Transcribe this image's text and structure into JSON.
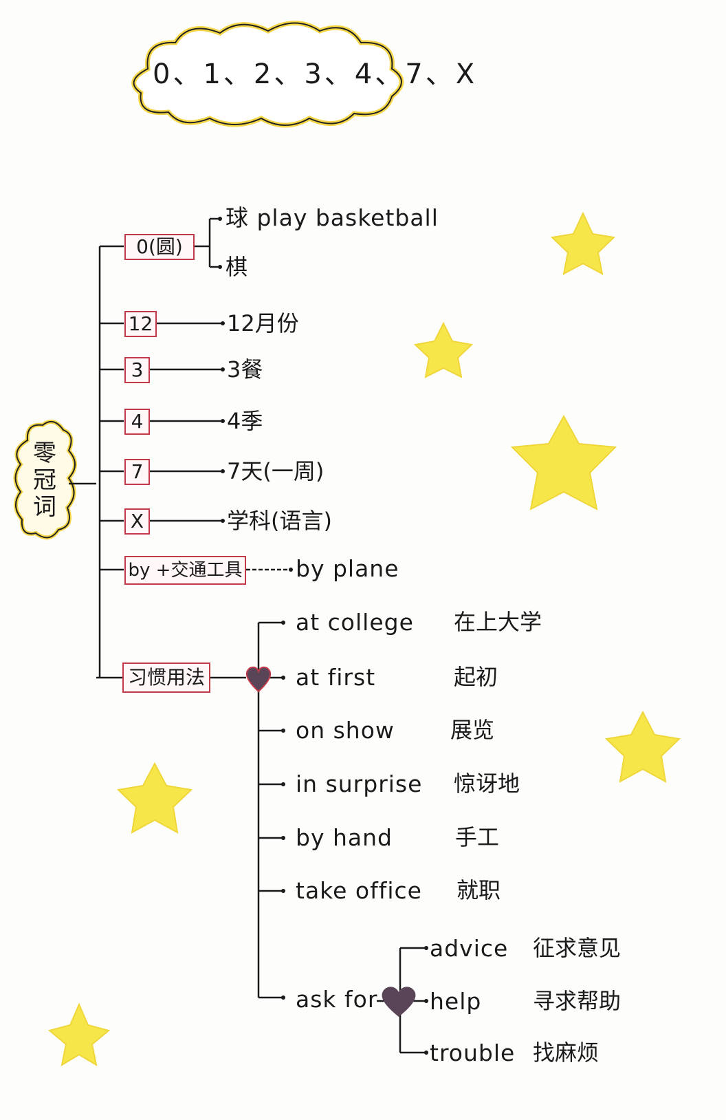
{
  "header": {
    "numbers": "0、1、2、3、4、7、X"
  },
  "root": {
    "label": "零冠词",
    "glyphs": [
      "零",
      "冠",
      "词"
    ]
  },
  "branches": [
    {
      "box": "0(圆)",
      "leaves": [
        {
          "text": "球  play  basketball"
        },
        {
          "text": "棋"
        }
      ]
    },
    {
      "box": "12",
      "leaves": [
        {
          "text": "12月份"
        }
      ]
    },
    {
      "box": "3",
      "leaves": [
        {
          "text": "3餐"
        }
      ]
    },
    {
      "box": "4",
      "leaves": [
        {
          "text": "4季"
        }
      ]
    },
    {
      "box": "7",
      "leaves": [
        {
          "text": "7天(一周)"
        }
      ]
    },
    {
      "box": "X",
      "leaves": [
        {
          "text": "学科(语言)"
        }
      ]
    },
    {
      "box": "by +交通工具",
      "leaves": [
        {
          "text": "by  plane"
        }
      ]
    },
    {
      "box": "习惯用法",
      "leaves": [
        {
          "en": "at  college",
          "zh": "在上大学"
        },
        {
          "en": "at  first",
          "zh": "起初"
        },
        {
          "en": "on  show",
          "zh": "展览"
        },
        {
          "en": "in  surprise",
          "zh": "惊讶地"
        },
        {
          "en": "by  hand",
          "zh": "手工"
        },
        {
          "en": "take  office",
          "zh": "就职"
        },
        {
          "en": "ask  for",
          "sub": [
            {
              "en": "advice",
              "zh": "征求意见"
            },
            {
              "en": "help",
              "zh": "寻求帮助"
            },
            {
              "en": "trouble",
              "zh": "找麻烦"
            }
          ]
        }
      ]
    }
  ],
  "colors": {
    "box_border": "#c23a4a",
    "star": "#f7e64a",
    "heart": "#5a4558",
    "cloud_outline": "#f5d74a"
  }
}
